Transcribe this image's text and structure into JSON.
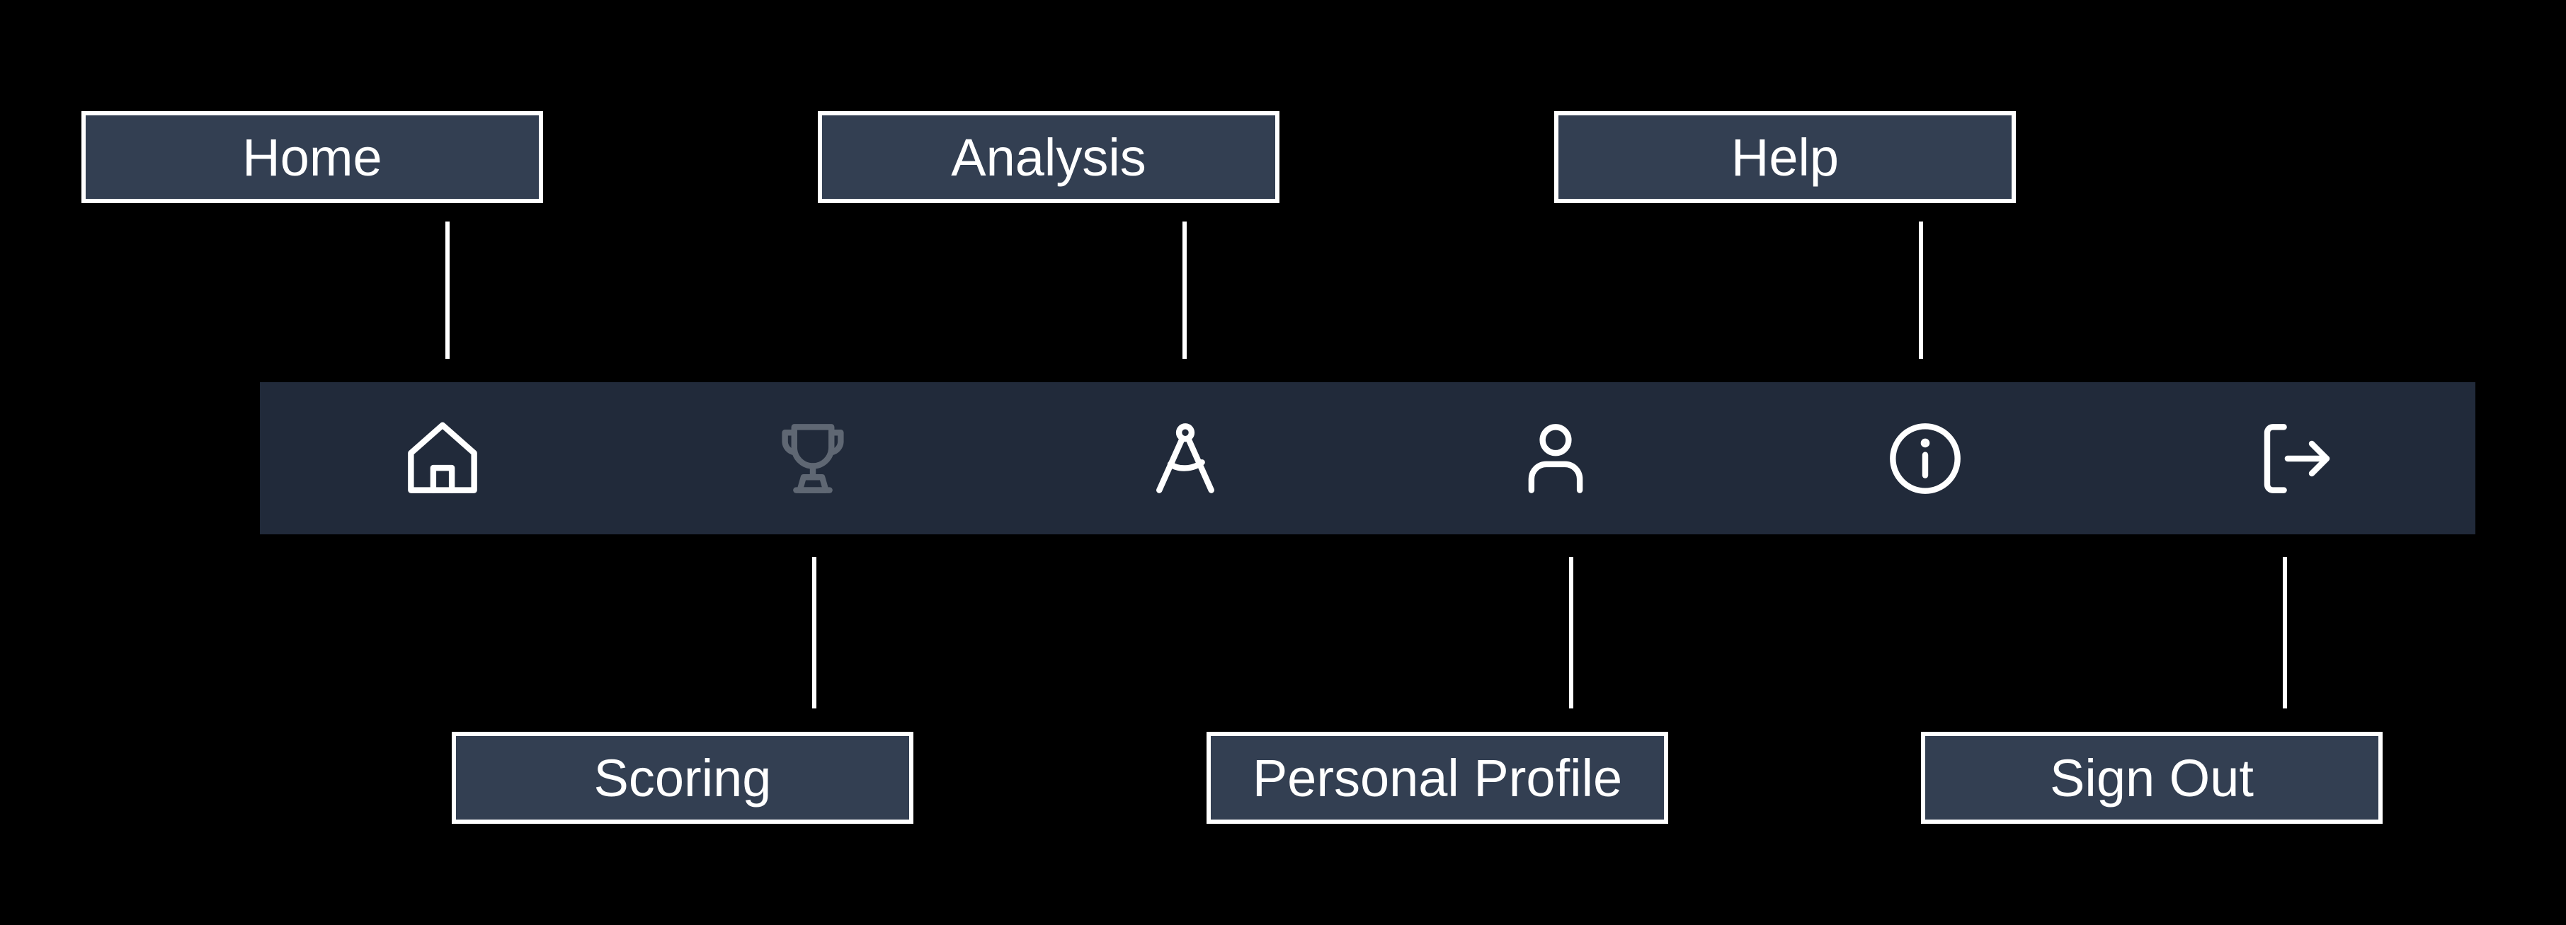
{
  "colors": {
    "background": "#000000",
    "nav_bar": "#212a3a",
    "label_fill": "#333f52",
    "label_border": "#ffffff",
    "icon_active": "#ffffff",
    "icon_dimmed": "#5f6773"
  },
  "nav": {
    "items": [
      {
        "label": "Home",
        "icon": "home-icon",
        "state": "enabled"
      },
      {
        "label": "Scoring",
        "icon": "trophy-icon",
        "state": "dimmed"
      },
      {
        "label": "Analysis",
        "icon": "compass-icon",
        "state": "enabled"
      },
      {
        "label": "Personal Profile",
        "icon": "user-icon",
        "state": "enabled"
      },
      {
        "label": "Help",
        "icon": "info-icon",
        "state": "enabled"
      },
      {
        "label": "Sign Out",
        "icon": "sign-out-icon",
        "state": "enabled"
      }
    ]
  }
}
